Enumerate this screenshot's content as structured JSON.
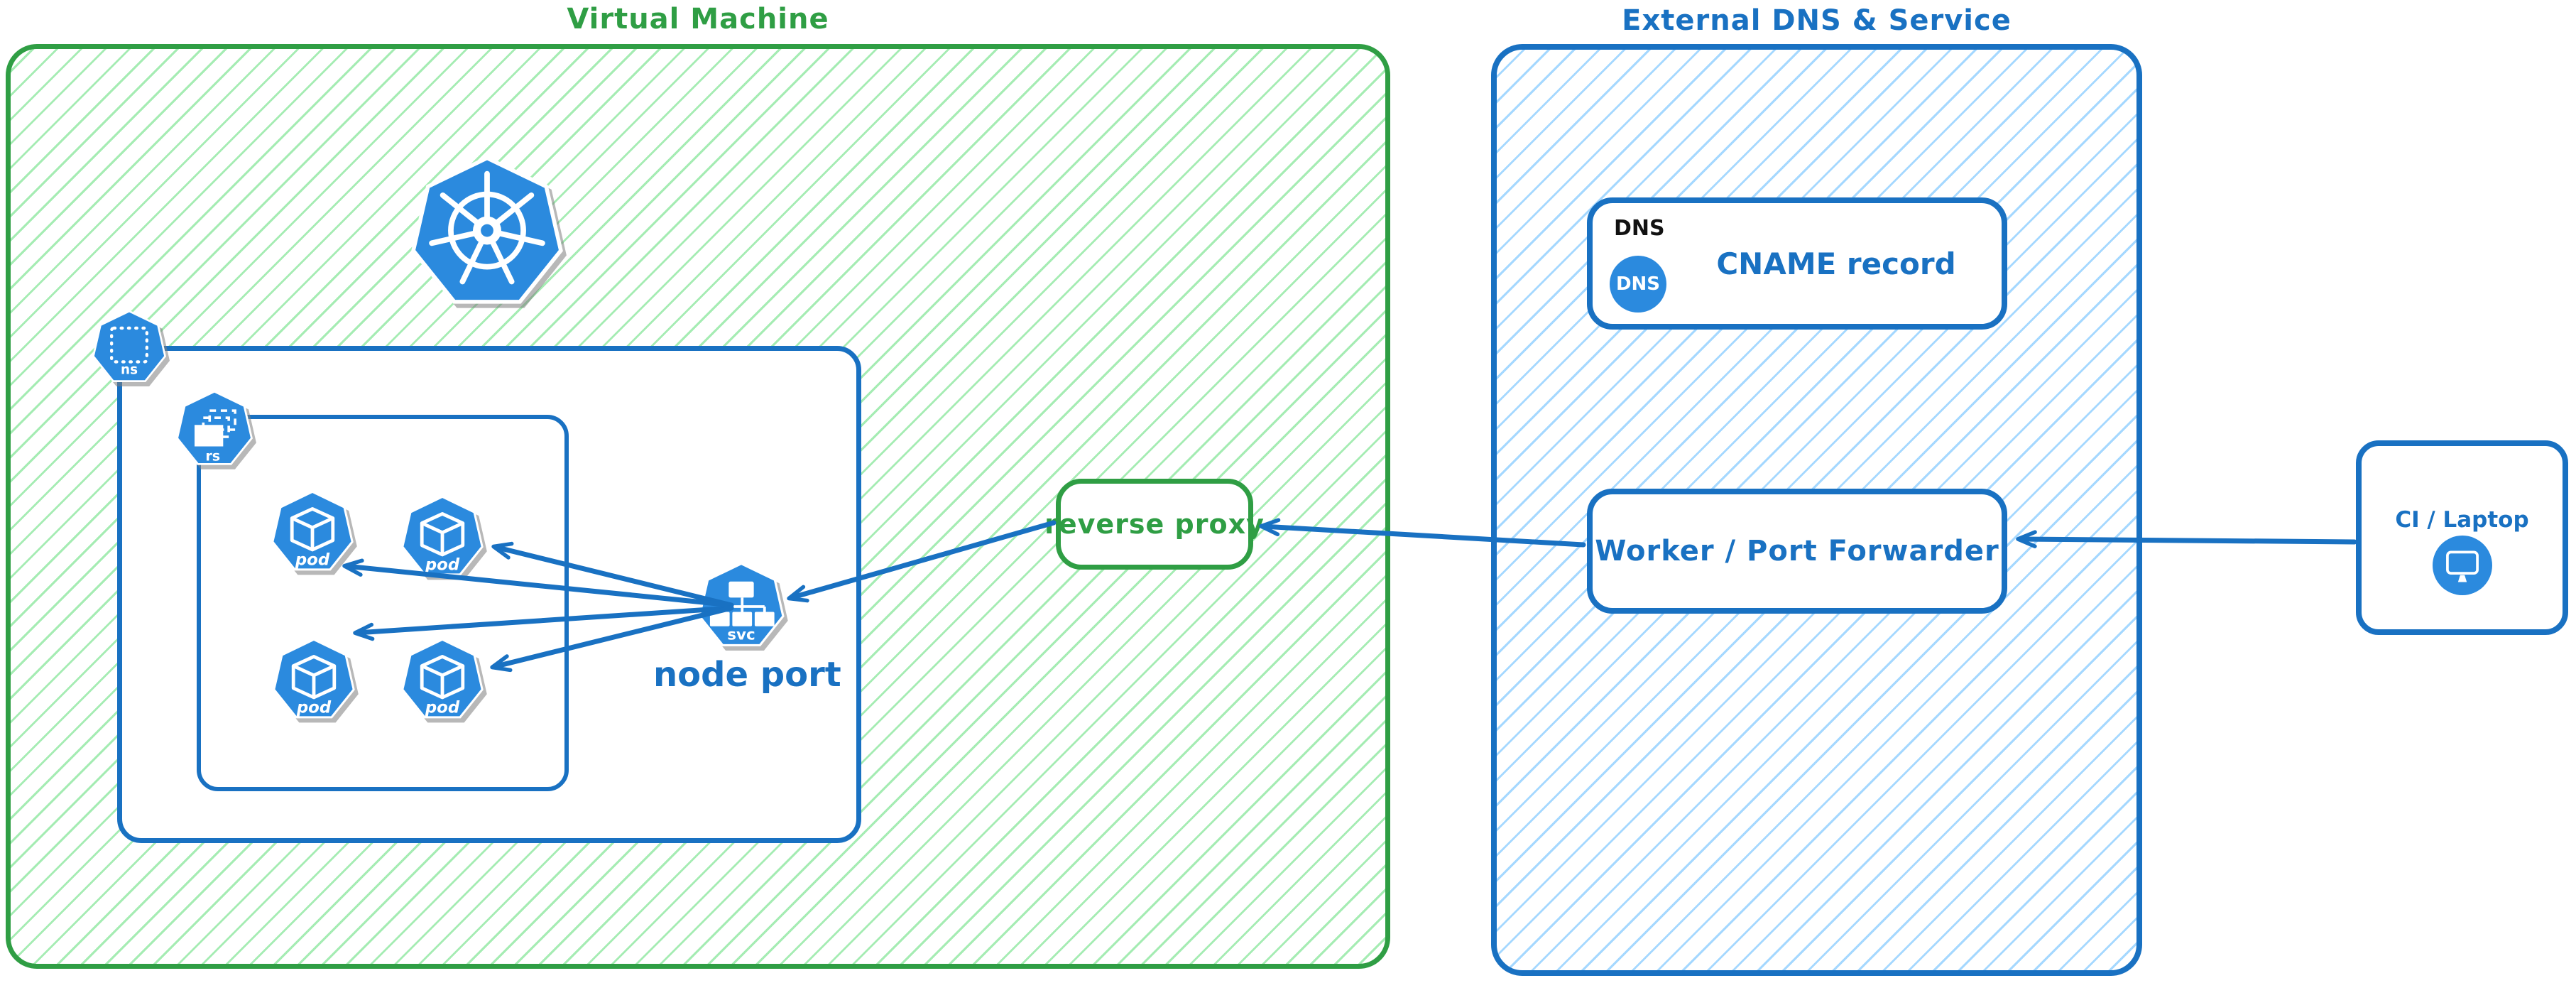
{
  "palette": {
    "green_stroke": "#2f9e44",
    "green_hatch": "#a5ecb3",
    "blue_stroke": "#1971c2",
    "blue_hatch": "#a5d8ff",
    "icon_fill": "#2b8ade",
    "icon_glyph": "#ffffff",
    "dns_tag_color": "#111111"
  },
  "vm_region": {
    "title": "Virtual Machine",
    "kubernetes_logo": "kubernetes-wheel",
    "namespace_icon_label": "ns",
    "replicaset_icon_label": "rs",
    "pod_label": "pod",
    "svc_label": "svc",
    "node_port_label": "node port",
    "pods_count": 4
  },
  "reverse_proxy": {
    "label": "reverse proxy"
  },
  "external_region": {
    "title": "External DNS & Service",
    "dns_card": {
      "tag": "DNS",
      "icon_text": "DNS",
      "label": "CNAME record"
    },
    "worker_card": {
      "label": "Worker / Port Forwarder"
    }
  },
  "ci": {
    "label": "CI / Laptop",
    "icon": "monitor-icon"
  },
  "connections": [
    {
      "from": "ci-laptop",
      "to": "worker-port-forwarder"
    },
    {
      "from": "worker-port-forwarder",
      "to": "reverse-proxy"
    },
    {
      "from": "reverse-proxy",
      "to": "node-port-service"
    },
    {
      "from": "node-port-service",
      "to": "pod-1"
    },
    {
      "from": "node-port-service",
      "to": "pod-2"
    },
    {
      "from": "node-port-service",
      "to": "pod-3"
    },
    {
      "from": "node-port-service",
      "to": "pod-4"
    }
  ]
}
